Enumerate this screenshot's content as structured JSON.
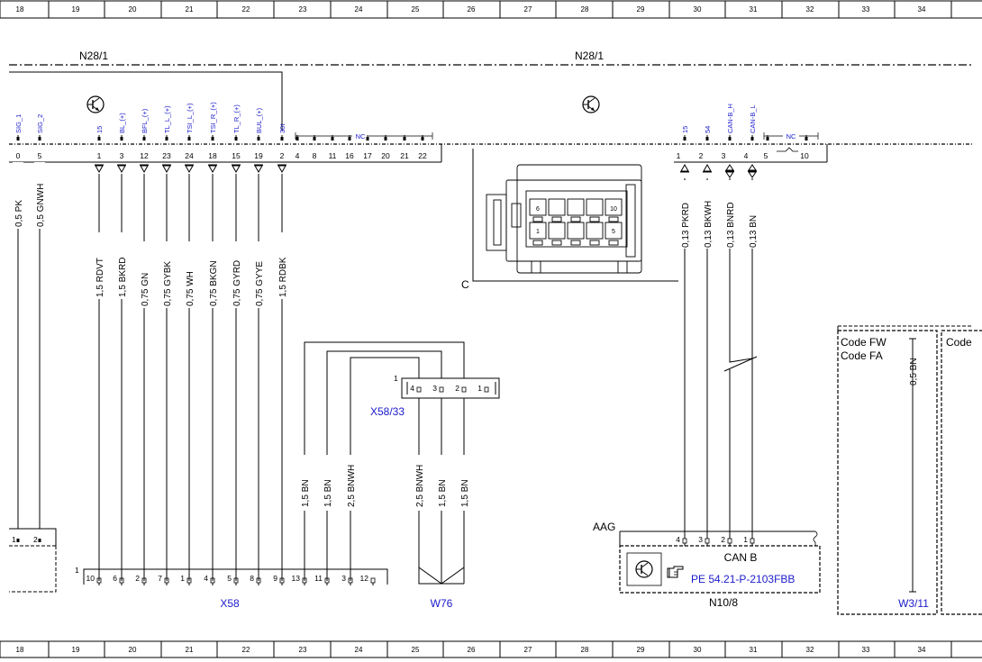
{
  "grid": {
    "columns": [
      "18",
      "19",
      "20",
      "21",
      "22",
      "23",
      "24",
      "25",
      "26",
      "27",
      "28",
      "29",
      "30",
      "31",
      "32",
      "33",
      "34"
    ]
  },
  "components": {
    "module_left": "N28/1",
    "module_right": "N28/1",
    "connector_c": "C",
    "x58": "X58",
    "x58_33": "X58/33",
    "w76": "W76",
    "n10_8": "N10/8",
    "aag": "AAG",
    "can_b": "CAN B",
    "pe_ref": "PE 54.21-P-2103FBB",
    "w3_11": "W3/11",
    "code_fw": "Code FW",
    "code_fa": "Code FA",
    "code_partial": "Code",
    "nc": "NC"
  },
  "left_connector": {
    "pins": [
      {
        "pin": "0",
        "signal": "SIG_1",
        "wire": "0,5 PK"
      },
      {
        "pin": "5",
        "signal": "SIG_2",
        "wire": "0,5 GNWH"
      },
      {
        "pin": "1",
        "signal": "15",
        "wire": "1,5 RDVT"
      },
      {
        "pin": "3",
        "signal": "BL_(+)",
        "wire": "1,5 BKRD"
      },
      {
        "pin": "12",
        "signal": "BFL_(+)",
        "wire": "0,75 GN"
      },
      {
        "pin": "23",
        "signal": "TL_L_(+)",
        "wire": "0,75 GYBK"
      },
      {
        "pin": "24",
        "signal": "TSI_L_(+)",
        "wire": "0,75 WH"
      },
      {
        "pin": "18",
        "signal": "TSI_R_(+)",
        "wire": "0,75 BKGN"
      },
      {
        "pin": "15",
        "signal": "TL_R_(+)",
        "wire": "0,75 GYRD"
      },
      {
        "pin": "19",
        "signal": "BUL_(+)",
        "wire": "0,75 GYYE"
      },
      {
        "pin": "2",
        "signal": "30t",
        "wire": "1,5 RDBK"
      }
    ],
    "nc_pins": [
      "4",
      "8",
      "11",
      "16",
      "17",
      "20",
      "21",
      "22"
    ]
  },
  "right_connector": {
    "pins": [
      {
        "pin": "1",
        "signal": "15",
        "wire": "0,13 PKRD"
      },
      {
        "pin": "2",
        "signal": "54",
        "wire": "0,13 BKWH"
      },
      {
        "pin": "3",
        "signal": "CAN-B_H",
        "wire": "0,13 BNRD"
      },
      {
        "pin": "4",
        "signal": "CAN-B_L",
        "wire": "0,13 BN"
      }
    ],
    "nc_pins": [
      "5",
      "10"
    ]
  },
  "housing_cells": [
    "6",
    "10",
    "1",
    "5"
  ],
  "bottom_left_pins": [
    "1",
    "2"
  ],
  "x58_marker": "1",
  "x58_pins": [
    "10",
    "6",
    "2",
    "7",
    "1",
    "4",
    "5",
    "8",
    "9",
    "13",
    "11",
    "3",
    "12"
  ],
  "x58_33": {
    "marker": "1",
    "pins": [
      "4",
      "3",
      "2",
      "1"
    ]
  },
  "middle_wires": [
    "1,5 BN",
    "1,5 BN",
    "2,5 BNWH",
    "2,5 BNWH",
    "1,5 BN",
    "1,5 BN"
  ],
  "n10_pins": [
    "4",
    "3",
    "2",
    "1"
  ],
  "w3_11_wire": "0,5 BN",
  "colors": {
    "line": "#000000",
    "link": "#1a1acc"
  }
}
